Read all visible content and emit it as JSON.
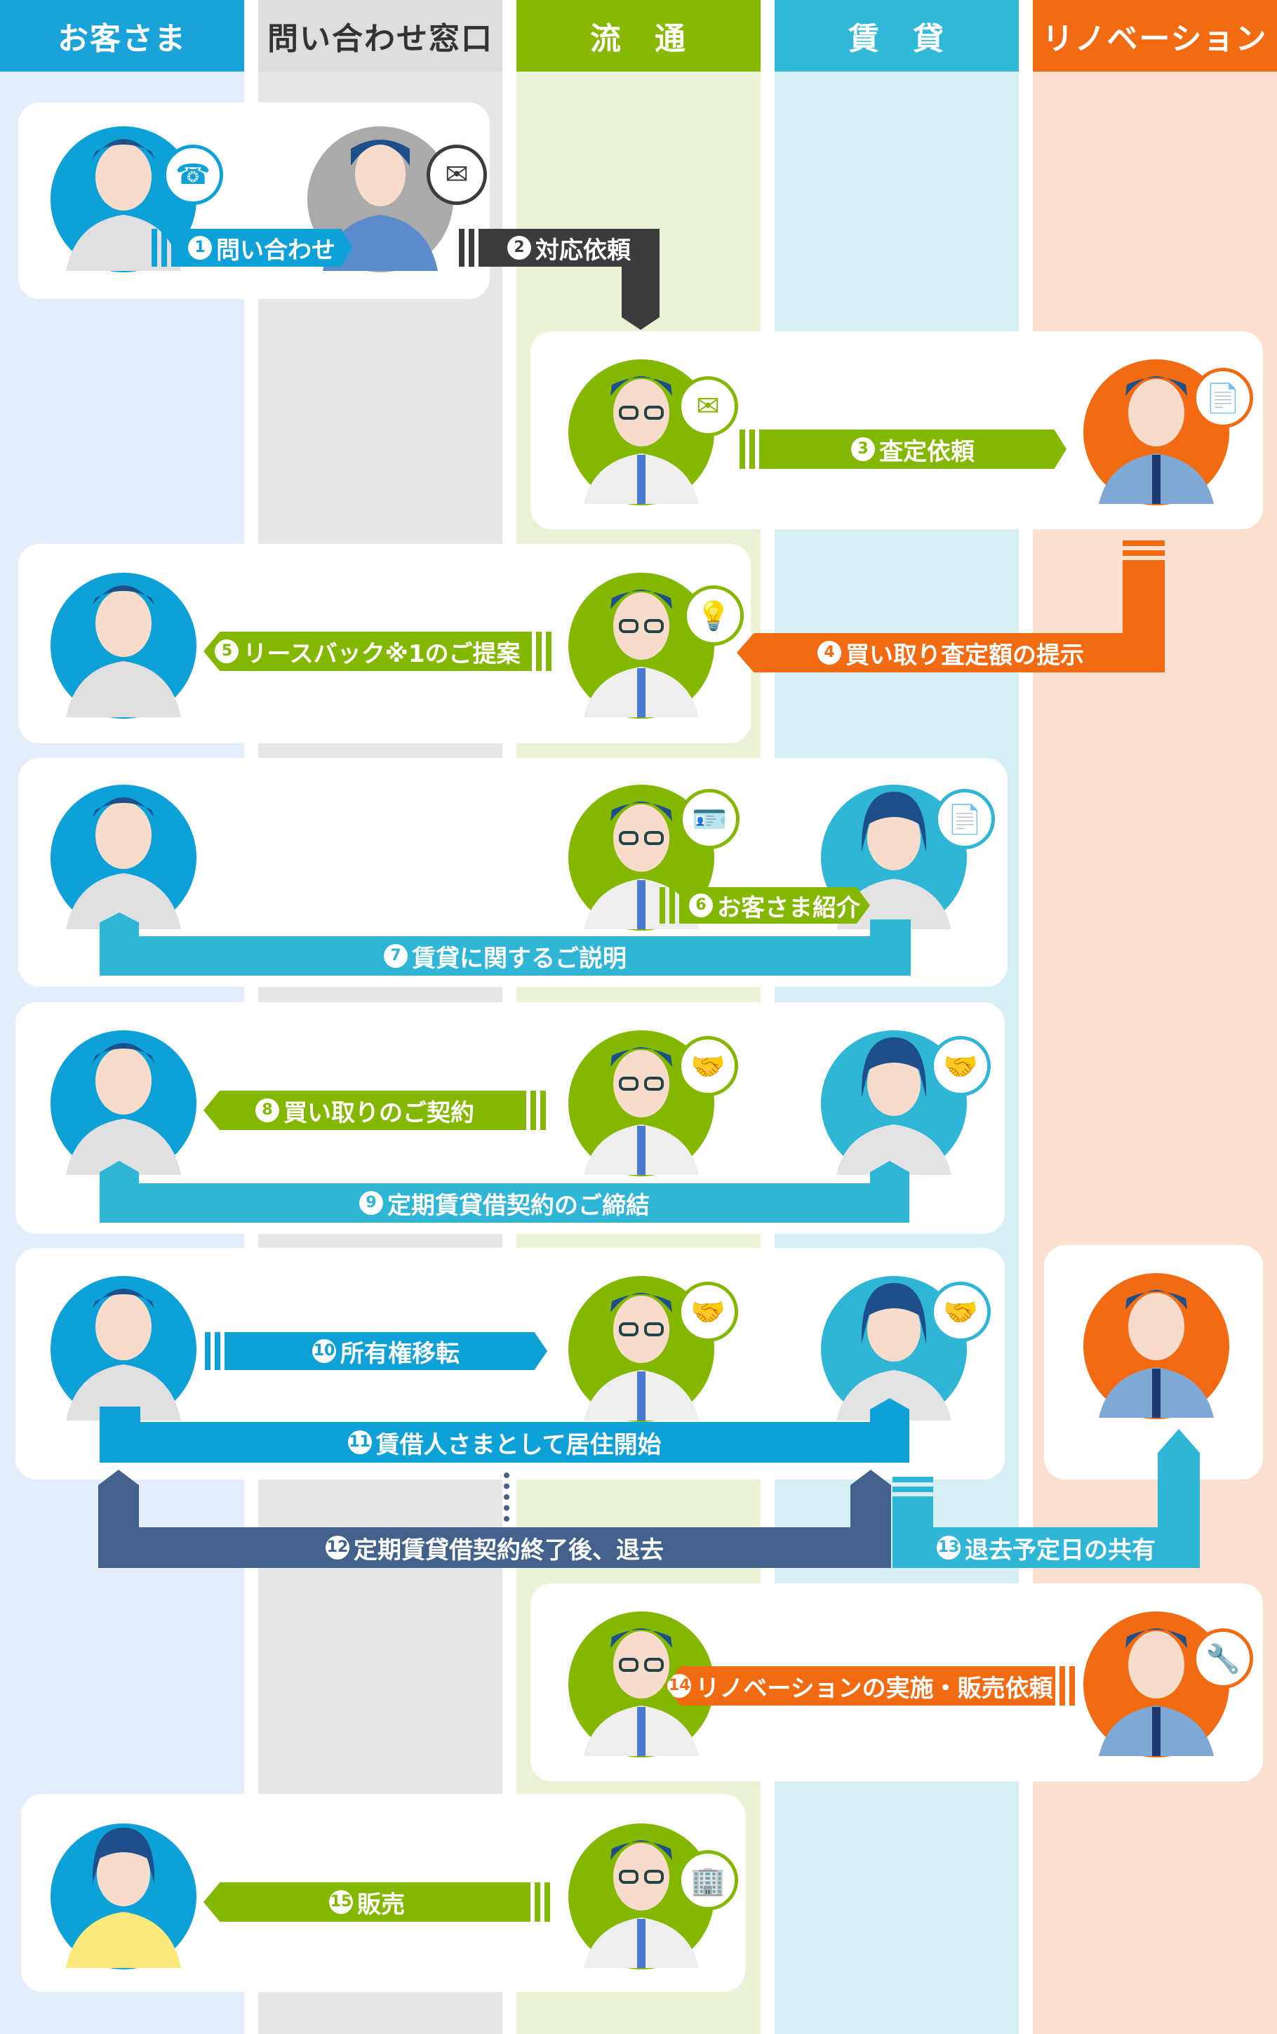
{
  "lanes": {
    "customer": "お客さま",
    "inquiry": "問い合わせ窓口",
    "distribution": "流　通",
    "rental": "賃　貸",
    "renovation": "リノベーション"
  },
  "steps": {
    "s1": {
      "num": "1",
      "label": "問い合わせ"
    },
    "s2": {
      "num": "2",
      "label": "対応依頼"
    },
    "s3": {
      "num": "3",
      "label": "査定依頼"
    },
    "s4": {
      "num": "4",
      "label": "買い取り査定額の提示"
    },
    "s5": {
      "num": "5",
      "label": "リースバック※1のご提案"
    },
    "s6": {
      "num": "6",
      "label": "お客さま紹介"
    },
    "s7": {
      "num": "7",
      "label": "賃貸に関するご説明"
    },
    "s8": {
      "num": "8",
      "label": "買い取りのご契約"
    },
    "s9": {
      "num": "9",
      "label": "定期賃貸借契約のご締結"
    },
    "s10": {
      "num": "10",
      "label": "所有権移転"
    },
    "s11": {
      "num": "11",
      "label": "賃借人さまとして居住開始"
    },
    "s12": {
      "num": "12",
      "label": "定期賃貸借契約終了後、退去"
    },
    "s13": {
      "num": "13",
      "label": "退去予定日の共有"
    },
    "s14": {
      "num": "14",
      "label": "リノベーションの実施・販売依頼"
    },
    "s15": {
      "num": "15",
      "label": "販売"
    }
  },
  "colors": {
    "customer_lane": "#e3edfb",
    "inquiry_lane": "#e6e6e6",
    "distribution_lane": "#eaf3d6",
    "rental_lane": "#d6eff5",
    "renovation_lane": "#fbe0d0",
    "customer_head": "#1aa3d9",
    "inquiry_head": "#dddddd",
    "distribution_head": "#86b900",
    "rental_head": "#31b7d8",
    "renovation_head": "#f26a12",
    "blue": "#0ea1d8",
    "dark": "#3c3c3c",
    "green": "#84b800",
    "orange": "#f26a12",
    "teal": "#2fb5d6",
    "navy": "#42628c"
  },
  "icons": [
    "phone-icon",
    "mail-icon",
    "document-icon",
    "lightbulb-icon",
    "id-card-icon",
    "handshake-icon",
    "wrench-icon",
    "building-icon"
  ]
}
